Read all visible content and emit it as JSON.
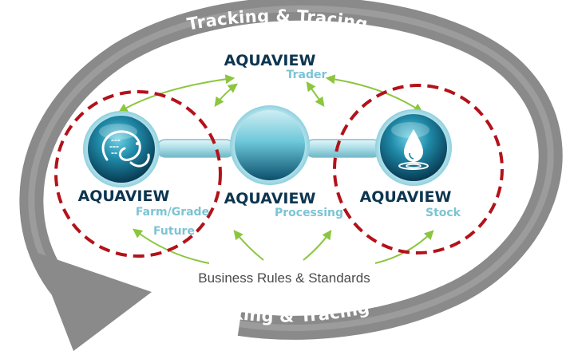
{
  "ring": {
    "top_label": "Tracking & Tracing",
    "bottom_label": "Tracking & Tracing"
  },
  "modules": {
    "trader": {
      "brand": "AQUAVIEW",
      "label": "Trader"
    },
    "farm": {
      "brand": "AQUAVIEW",
      "label": "Farm/Grade",
      "label2": "Future"
    },
    "processing": {
      "brand": "AQUAVIEW",
      "label": "Processing"
    },
    "stock": {
      "brand": "AQUAVIEW",
      "label": "Stock"
    }
  },
  "footer": {
    "label": "Business Rules & Standards"
  },
  "icons": {
    "farm": "fish-spiral-icon",
    "processing": "plain-sphere-icon",
    "stock": "water-drop-icon"
  },
  "colors": {
    "ring": "#8a8a8a",
    "brand": "#0d3550",
    "sublabel": "#7cc4d4",
    "arrow": "#8cc63f",
    "dashed_circle": "#b3121a",
    "sphere_dark": "#0b4f6c",
    "sphere_light": "#bfe6ee",
    "footer_text": "#4a4a4a"
  }
}
